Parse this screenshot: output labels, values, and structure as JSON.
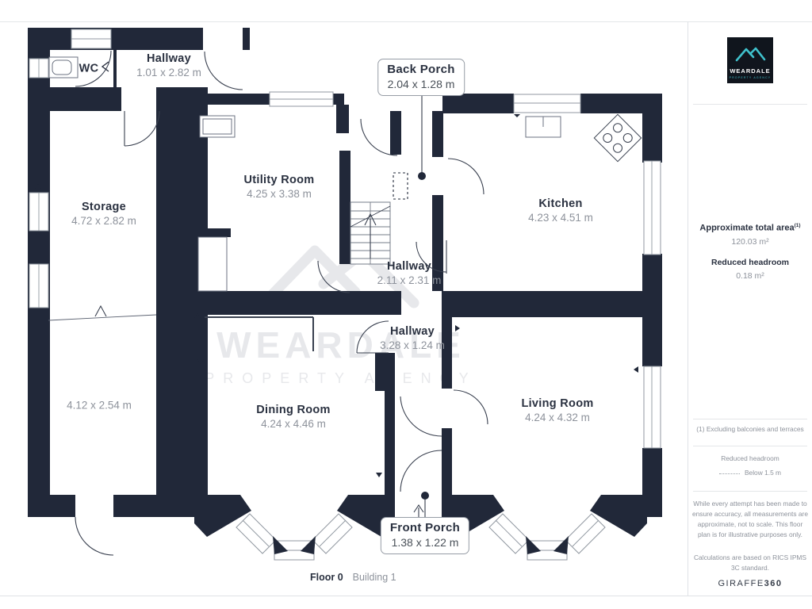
{
  "plan": {
    "rooms": [
      {
        "name": "WC",
        "dims": ""
      },
      {
        "name": "Hallway",
        "dims": "1.01 x 2.82 m"
      },
      {
        "name": "Storage",
        "dims": "4.72 x 2.82 m"
      },
      {
        "name": "Utility Room",
        "dims": "4.25 x 3.38 m"
      },
      {
        "name": "Kitchen",
        "dims": "4.23 x 4.51 m"
      },
      {
        "name": "Hallway",
        "dims": "2.11 x 2.31 m"
      },
      {
        "name": "Hallway",
        "dims": "3.28 x 1.24 m"
      },
      {
        "name": "Dining Room",
        "dims": "4.24 x 4.46 m"
      },
      {
        "name": "Living Room",
        "dims": "4.24 x 4.32 m"
      },
      {
        "name": "",
        "dims": "4.12 x 2.54 m"
      }
    ],
    "callouts": [
      {
        "name": "Back Porch",
        "dims": "2.04 x 1.28 m"
      },
      {
        "name": "Front Porch",
        "dims": "1.38 x 1.22 m"
      }
    ],
    "floor": "Floor 0",
    "building": "Building 1",
    "watermark_line1": "WEARDALE",
    "watermark_line2": "PROPERTY AGENCY"
  },
  "sidebar": {
    "logo_brand": "WEARDALE",
    "logo_tagline": "PROPERTY AGENCY",
    "area_title": "Approximate total area",
    "area_sup": "(1)",
    "area_value": "120.03 m²",
    "headroom_title": "Reduced headroom",
    "headroom_value": "0.18 m²",
    "footnote": "(1) Excluding balconies and terraces",
    "legend_title": "Reduced headroom",
    "legend_value": "Below 1.5 m",
    "disclaimer": "While every attempt has been made to ensure accuracy, all measurements are approximate, not to scale. This floor plan is for illustrative purposes only.",
    "standard": "Calculations are based on RICS IPMS 3C standard.",
    "brand_footer_regular": "GIRAFFE",
    "brand_footer_bold": "360"
  },
  "colors": {
    "wall": "#212839",
    "accent_teal": "#3fc1cc",
    "room_name": "#2a3140",
    "dims_gray": "#8d929b"
  }
}
